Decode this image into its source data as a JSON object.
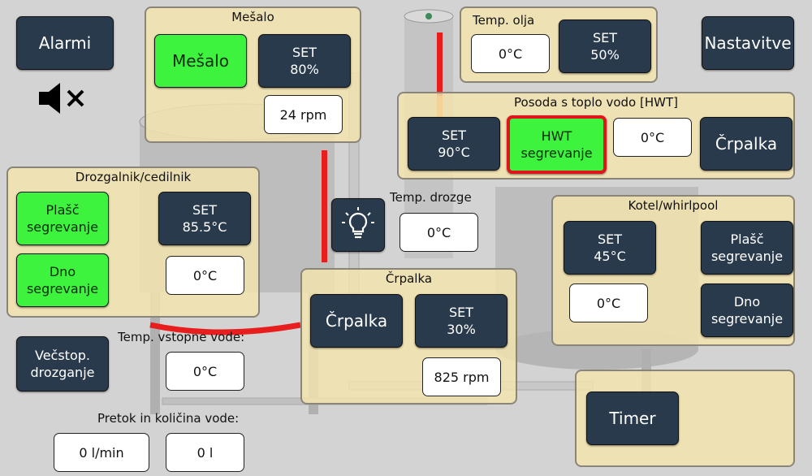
{
  "header": {
    "alarmi_label": "Alarmi",
    "mute_icon": "speaker-muted-icon",
    "nastavitve_label": "Nastavitve"
  },
  "mesalo": {
    "title": "Mešalo",
    "toggle_label": "Mešalo",
    "set_line1": "SET",
    "set_line2": "80%",
    "rpm": "24 rpm"
  },
  "temp_olja": {
    "title": "Temp. olja",
    "value": "0°C",
    "set_line1": "SET",
    "set_line2": "50%"
  },
  "hwt": {
    "title": "Posoda s toplo vodo [HWT]",
    "set_line1": "SET",
    "set_line2": "90°C",
    "heat_line1": "HWT",
    "heat_line2": "segrevanje",
    "value": "0°C",
    "pump_label": "Črpalka"
  },
  "drozgalnik": {
    "title": "Drozgalnik/cedilnik",
    "plasc_line1": "Plašč",
    "plasc_line2": "segrevanje",
    "dno_line1": "Dno",
    "dno_line2": "segrevanje",
    "set_line1": "SET",
    "set_line2": "85.5°C",
    "value": "0°C"
  },
  "temp_drozge": {
    "title": "Temp. drozge",
    "value": "0°C",
    "light_icon": "lightbulb-icon"
  },
  "crpalka": {
    "title": "Črpalka",
    "pump_label": "Črpalka",
    "set_line1": "SET",
    "set_line2": "30%",
    "rpm": "825 rpm"
  },
  "kotel": {
    "title": "Kotel/whirlpool",
    "set_line1": "SET",
    "set_line2": "45°C",
    "value": "0°C",
    "plasc_line1": "Plašč",
    "plasc_line2": "segrevanje",
    "dno_line1": "Dno",
    "dno_line2": "segrevanje"
  },
  "vecstop": {
    "line1": "Večstop.",
    "line2": "drozganje"
  },
  "vstopna_voda": {
    "title": "Temp. vstopne vode:",
    "value": "0°C"
  },
  "pretok": {
    "title": "Pretok in količina vode:",
    "flow": "0 l/min",
    "amount": "0 l"
  },
  "timer": {
    "label": "Timer"
  }
}
